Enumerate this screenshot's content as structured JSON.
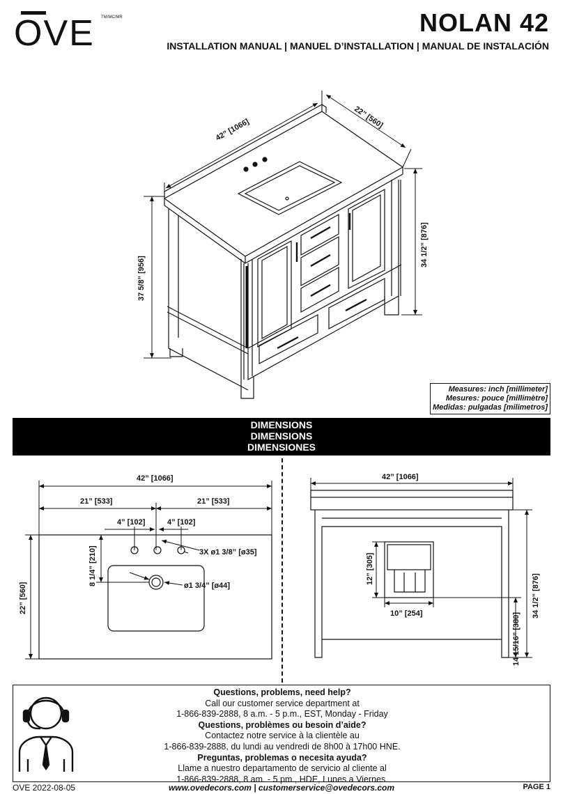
{
  "brand": {
    "logo": "OVE",
    "mark": "TM/MC/MR"
  },
  "header": {
    "product": "NOLAN 42",
    "subtitle": "INSTALLATION MANUAL | MANUEL D’INSTALLATION | MANUAL DE INSTALACIÓN"
  },
  "iso_dims": {
    "width": "42” [1066]",
    "depth": "22” [560]",
    "height_total": "37 5/8” [956]",
    "height_counter": "34 1/2” [876]"
  },
  "measures": [
    "Measures: inch [millimeter]",
    "Mesures: pouce [millimètre]",
    "Medidas: pulgadas [milimetros]"
  ],
  "banner": [
    "DIMENSIONS",
    "DIMENSIONS",
    "DIMENSIONES"
  ],
  "top_view": {
    "width": "42” [1066]",
    "half_left": "21” [533]",
    "half_right": "21” [533]",
    "faucet_left": "4” [102]",
    "faucet_right": "4” [102]",
    "holes": "3X ø1 3/8” [ø35]",
    "drain_offset": "8 1/4” [210]",
    "drain": "ø1 3/4” [ø44]",
    "depth": "22” [560]"
  },
  "front_view": {
    "width": "42” [1066]",
    "plumb_height": "12” [305]",
    "plumb_width": "10” [254]",
    "plumb_floor": "14 15/16” [380]",
    "height": "34 1/2” [876]"
  },
  "help": {
    "en_title": "Questions, problems, need help?",
    "en_1": "Call our customer service department at",
    "en_2": "1-866-839-2888, 8 a.m. - 5 p.m., EST, Monday - Friday",
    "fr_title": "Questions, problèmes ou besoin d’aide?",
    "fr_1": "Contactez notre service à la clientèle au",
    "fr_2": "1-866-839-2888, du lundi au vendredi de 8h00 à 17h00 HNE.",
    "es_title": "Preguntas, problemas o necesita ayuda?",
    "es_1": "Llame a nuestro departamento de servicio al cliente al",
    "es_2": "1-866-839-2888, 8 am. - 5 pm., HDE, Lunes a Viernes."
  },
  "footer": {
    "date": "OVE 2022-08-05",
    "web": "www.ovedecors.com | customerservice@ovedecors.com",
    "page": "PAGE 1"
  }
}
